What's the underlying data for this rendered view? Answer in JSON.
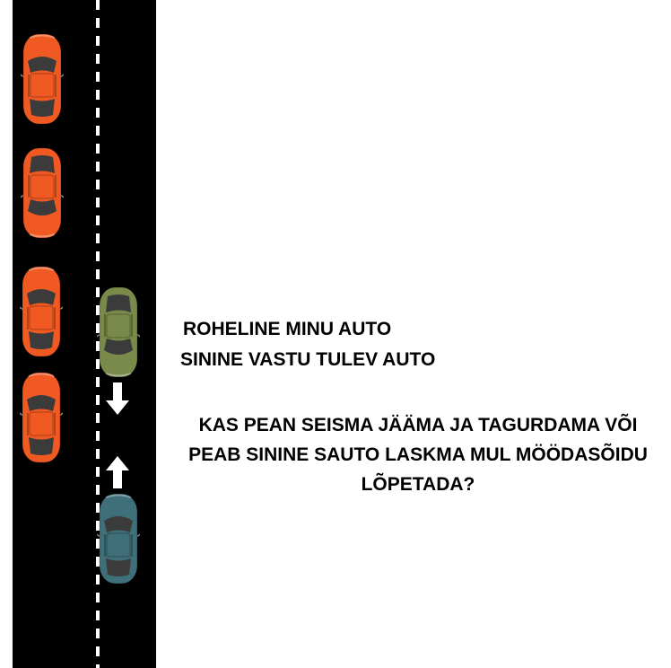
{
  "legend": {
    "green": "ROHELINE MINU AUTO",
    "blue": "SININE VASTU TULEV AUTO"
  },
  "question": {
    "line1": "KAS PEAN SEISMA JÄÄMA JA TAGURDAMA VÕI",
    "line2": "PEAB SININE SAUTO LASKMA MUL MÖÖDASÕIDU",
    "line3": "LÕPETADA?"
  },
  "colors": {
    "road": "#000000",
    "lane_marking": "#ffffff",
    "parked_car": "#f05a22",
    "my_car": "#7a8a4a",
    "oncoming_car": "#3f6f78"
  },
  "icons": {
    "parked_car": "car-top-view-icon",
    "my_car": "car-top-view-icon",
    "oncoming_car": "car-top-view-icon",
    "down_arrow": "arrow-down-icon",
    "up_arrow": "arrow-up-icon"
  }
}
